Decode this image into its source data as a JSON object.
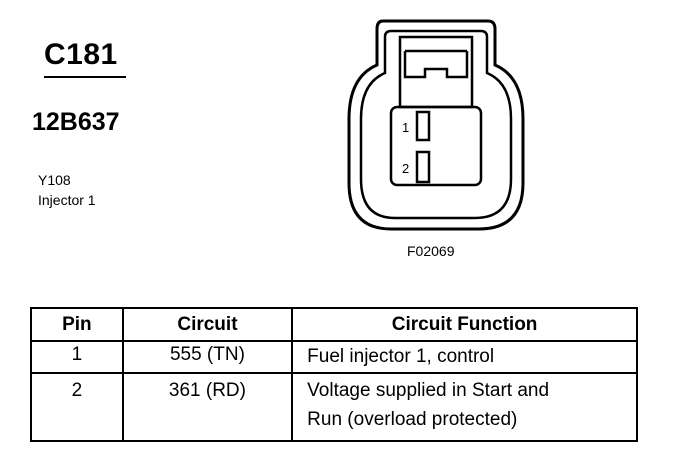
{
  "connector": {
    "id": "C181",
    "part_number": "12B637",
    "ref_code": "Y108",
    "description": "Injector 1"
  },
  "figure": {
    "code": "F02069",
    "pins": [
      "1",
      "2"
    ]
  },
  "table": {
    "headers": {
      "pin": "Pin",
      "circuit": "Circuit",
      "function": "Circuit Function"
    },
    "rows": [
      {
        "pin": "1",
        "circuit": "555 (TN)",
        "function_lines": [
          "Fuel injector 1, control"
        ]
      },
      {
        "pin": "2",
        "circuit": "361 (RD)",
        "function_lines": [
          "Voltage supplied in Start and",
          "Run (overload protected)"
        ]
      }
    ]
  }
}
